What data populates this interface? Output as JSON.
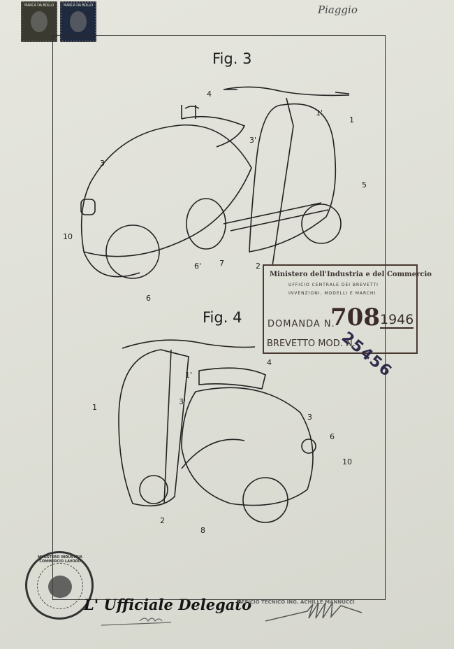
{
  "header": {
    "signature": "Piaggio",
    "revenue_stamps": [
      "MARCA DA BOLLO",
      "MARCA DA BOLLO"
    ]
  },
  "figures": [
    {
      "title": "Fig. 3",
      "labels": [
        "4",
        "1'",
        "1",
        "3'",
        "3",
        "5",
        "10",
        "7",
        "6'",
        "2",
        "6"
      ]
    },
    {
      "title": "Fig. 4",
      "labels": [
        "4",
        "1'",
        "3'",
        "1",
        "3",
        "6",
        "10",
        "2",
        "8"
      ]
    }
  ],
  "registry_stamp": {
    "ministry": "Ministero dell'Industria e del Commercio",
    "office_line1": "UFFICIO CENTRALE DEI BREVETTI",
    "office_line2": "INVENZIONI, MODELLI E MARCHI",
    "domanda_label": "DOMANDA N.",
    "domanda_number": "708",
    "year": "1946",
    "brevetto_label": "BREVETTO MOD. N.",
    "brevetto_number": "25456"
  },
  "footer": {
    "seal_text": "MINISTERO INDUSTRIA COMMERCIO LAVORO",
    "official": "L' Ufficiale Delegato",
    "office_stamp": "UFFICIO TECNICO ING. ACHILLE MANNUCCI"
  }
}
